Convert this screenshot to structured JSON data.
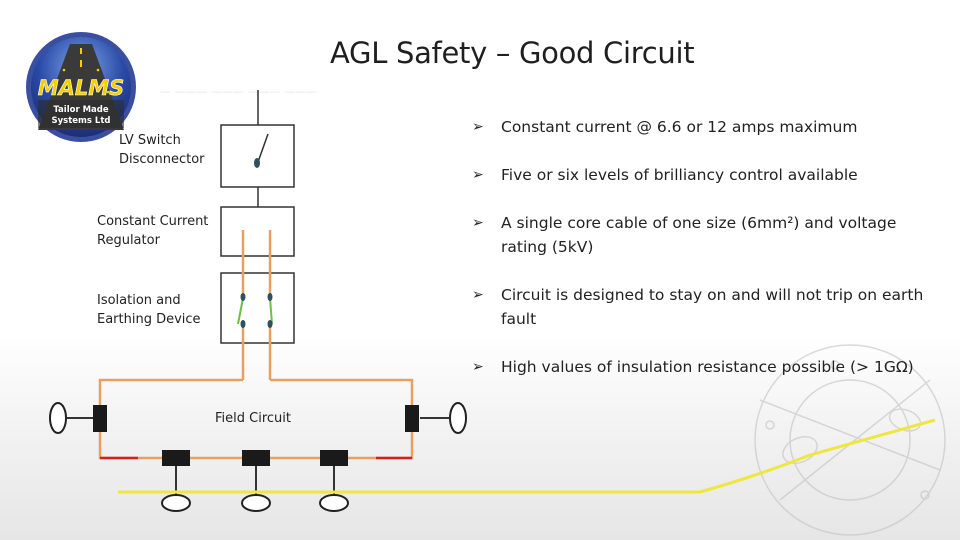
{
  "slide": {
    "title": "AGL Safety – Good Circuit"
  },
  "logo": {
    "text": "MALMS",
    "subtitle_line1": "Tailor Made",
    "subtitle_line2": "Systems Ltd",
    "colors": {
      "ring": "#3b4fa0",
      "sky": "#2a4aa8",
      "runway": "#333333",
      "lettering": "#f5d000"
    }
  },
  "labels": {
    "lv_switch_line1": "LV Switch",
    "lv_switch_line2": "Disconnector",
    "ccr_line1": "Constant Current",
    "ccr_line2": "Regulator",
    "ied_line1": "Isolation and",
    "ied_line2": "Earthing Device",
    "field_circuit": "Field Circuit"
  },
  "bullets": [
    {
      "text": "Constant current @ 6.6 or 12 amps maximum"
    },
    {
      "text": "Five or six levels of brilliancy control available"
    },
    {
      "text": "A single core cable of one size (6mm²) and voltage rating (5kV)"
    },
    {
      "text": "Circuit is designed to stay on and will not trip on earth fault"
    },
    {
      "text": "High values of insulation resistance possible (> 1GΩ)"
    }
  ],
  "bullet_marker": "➢",
  "colors": {
    "circuit_wire": "#e8a060",
    "supply_wire": "#333333",
    "earth_link": "#6cc04a",
    "fault_segment": "#d02020",
    "ground_cable": "#f0e640",
    "transformer": "#1a1a1a",
    "contact": "#2f5060"
  },
  "icons": {
    "bullet": "arrow-bullet-icon",
    "switch": "switch-symbol-icon",
    "transformer": "transformer-icon",
    "lamp": "lamp-icon"
  }
}
